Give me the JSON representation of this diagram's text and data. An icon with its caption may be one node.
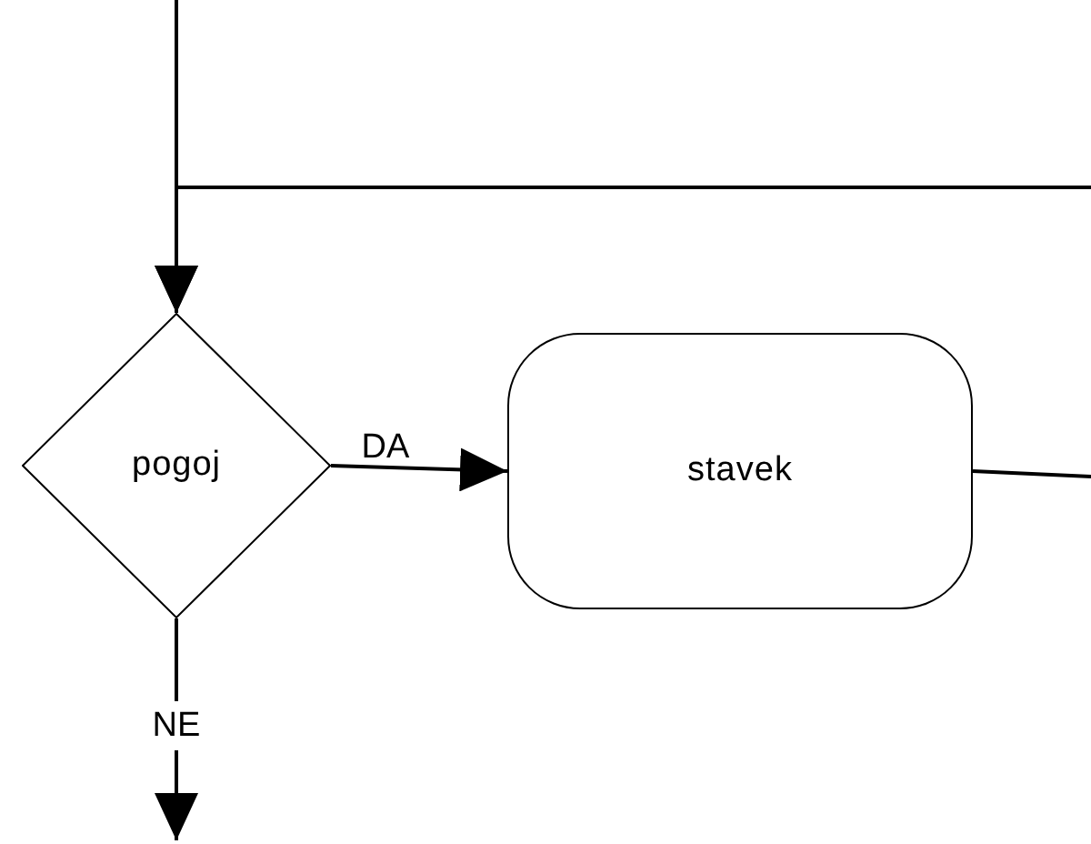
{
  "diagram": {
    "nodes": [
      {
        "text": [
          "pogoj"
        ]
      },
      {
        "text": [
          "stavek"
        ]
      }
    ],
    "edges": [
      {
        "from": null,
        "to": 0,
        "arrow": "to"
      },
      {
        "from": null,
        "to": 0,
        "arrow": "to"
      },
      {
        "from": 0,
        "to": 1,
        "label": "DA",
        "arrow": "to"
      },
      {
        "from": 1,
        "to": null,
        "arrow": "none"
      },
      {
        "from": 0,
        "to": null,
        "label": "NE",
        "arrow": "to"
      }
    ]
  }
}
